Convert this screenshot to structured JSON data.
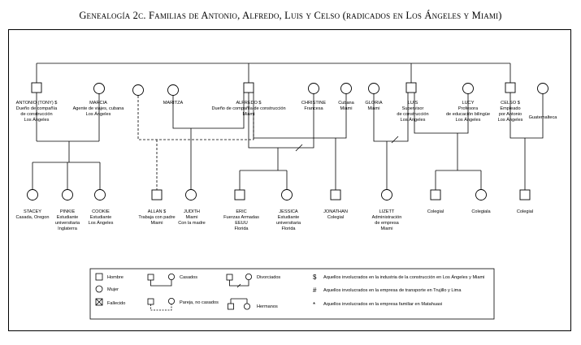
{
  "title": "Genealogía 2c. Familias de Antonio, Alfredo, Luis y Celso (radicados en Los Ángeles y Miami)",
  "people": {
    "antonio": [
      "ANTONIO (TONY) $",
      "Dueño de compañía",
      "de construcción",
      "Los Ángeles"
    ],
    "marcia": [
      "MARCIA",
      "Agente de viajes, cubana",
      "Los Ángeles"
    ],
    "maritza": [
      "MARITZA"
    ],
    "alfredo": [
      "ALFREDO $",
      "Dueño de compañía de construcción",
      "Miami"
    ],
    "christine": [
      "CHRISTINE",
      "Francesa"
    ],
    "cubana": [
      "Cubana",
      "Miami"
    ],
    "gloria": [
      "GLORIA",
      "Miami"
    ],
    "luis": [
      "LUIS",
      "Supervisor",
      "de construcción",
      "Los Ángeles"
    ],
    "lucy": [
      "LUCY",
      "Profesora",
      "de educación bilingüe",
      "Los Ángeles"
    ],
    "celso": [
      "CELSO $",
      "Empleado",
      "por Antonio",
      "Los Ángeles"
    ],
    "guatemalteca": [
      "Guatemalteca"
    ],
    "stacey": [
      "STACEY",
      "Casada, Oregon"
    ],
    "pinkie": [
      "PINKIE",
      "Estudiante",
      "universitaria",
      "Inglaterra"
    ],
    "cookie": [
      "COOKIE",
      "Estudiante",
      "Los Ángeles"
    ],
    "allan": [
      "ALLAN $",
      "Trabaja con padre",
      "Miami"
    ],
    "judith": [
      "JUDITH",
      "Miami",
      "Con la madre"
    ],
    "eric": [
      "ERIC",
      "Fuerzas Armadas",
      "EEUU",
      "Florida"
    ],
    "jessica": [
      "JESSICA",
      "Estudiante",
      "universitaria",
      "Florida"
    ],
    "jonathan": [
      "JONATHAN",
      "Colegial"
    ],
    "lizett": [
      "LIZETT",
      "Administración",
      "de empresa",
      "Miami"
    ],
    "colegial1": [
      "Colegial"
    ],
    "colegiala": [
      "Colegiala"
    ],
    "colegial2": [
      "Colegial"
    ]
  },
  "legend": {
    "hombre": "Hombre",
    "mujer": "Mujer",
    "fallecido": "Fallecido",
    "casados": "Casados",
    "pareja": "Pareja, no casados",
    "divorciados": "Divorciados",
    "hermanos": "Hermanos",
    "dollar_symbol": "$",
    "dollar_text": "Aquellos involucrados en la industria de la construcción en Los Ángeles y Miami",
    "hash_symbol": "#",
    "hash_text": "Aquellos involucrados en la empresa de transporte en Trujillo y Lima",
    "star_symbol": "*",
    "star_text": "Aquellos involucrados en la empresa familiar en Matahuasi"
  }
}
